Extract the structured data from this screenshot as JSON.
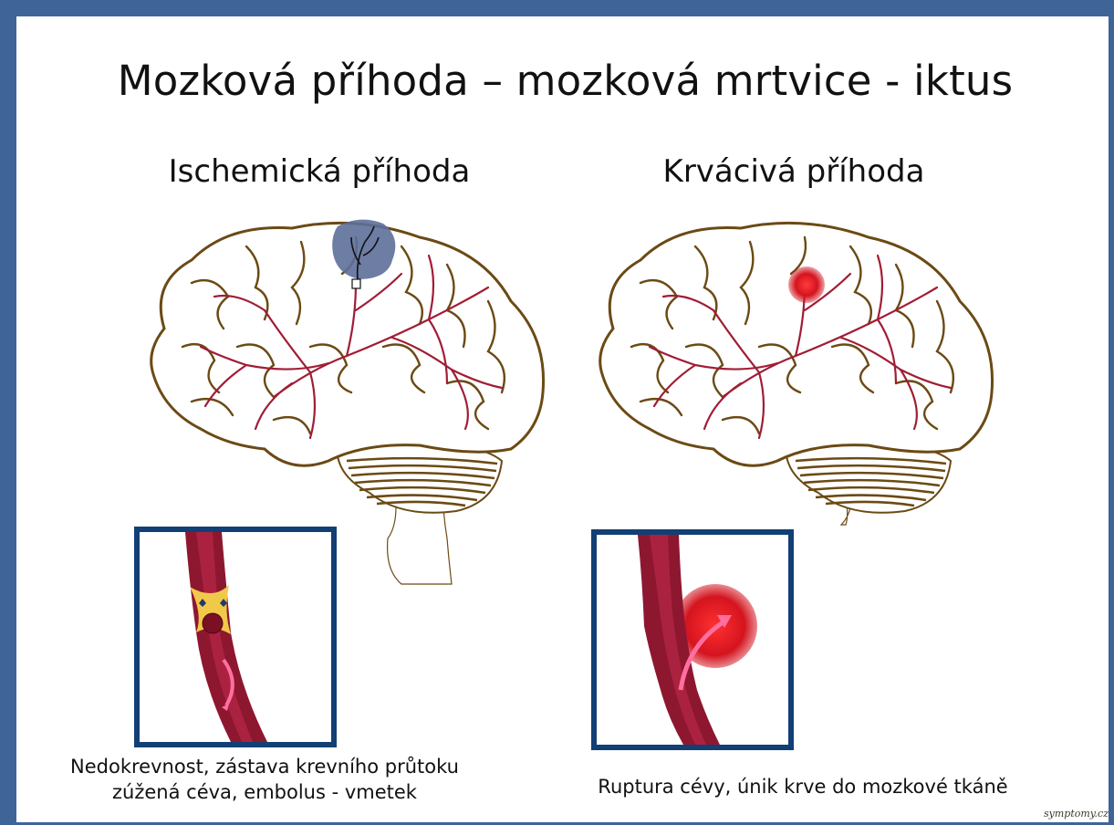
{
  "title": "Mozková příhoda – mozková mrtvice - iktus",
  "left": {
    "subtitle": "Ischemická příhoda",
    "caption_line1": "Nedokrevnost, zástava krevního průtoku",
    "caption_line2": "zúžená céva, embolus - vmetek"
  },
  "right": {
    "subtitle": "Krvácivá příhoda",
    "caption": "Ruptura cévy, únik krve do mozkové tkáně"
  },
  "watermark": "symptomy.cz",
  "colors": {
    "frame": "#3f6497",
    "inset_border": "#123f74",
    "brain_outline": "#6b4a14",
    "vessel": "#a01d35",
    "ischemic_area": "#5d6f9a",
    "hemorrhage": "#d4141f"
  }
}
